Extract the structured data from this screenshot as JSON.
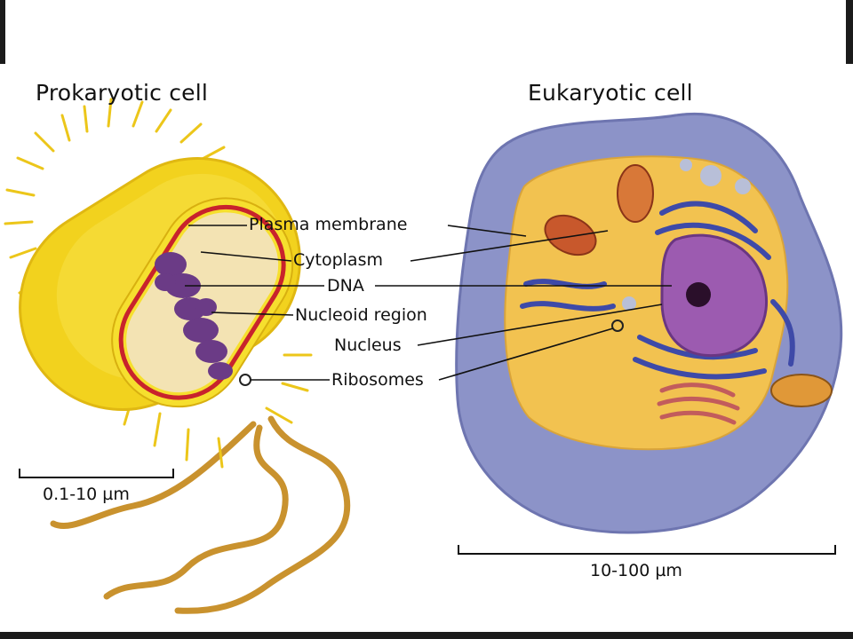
{
  "titles": {
    "prokaryote": "Prokaryotic cell",
    "eukaryote": "Eukaryotic cell"
  },
  "labels": {
    "plasma_membrane": "Plasma membrane",
    "cytoplasm": "Cytoplasm",
    "dna": "DNA",
    "nucleoid_region": "Nucleoid region",
    "nucleus": "Nucleus",
    "ribosomes": "Ribosomes"
  },
  "scales": {
    "prokaryote": "0.1-10 µm",
    "eukaryote": "10-100 µm"
  },
  "colors": {
    "capsule": "#f2d21e",
    "membrane": "#c8232c",
    "cytoplasm_pro": "#f3e3b3",
    "dna": "#6b3b86",
    "flagellum": "#c9922e",
    "euk_outer": "#8c93c8",
    "euk_cytoplasm": "#f2c250",
    "nucleus": "#9c5bb0",
    "er": "#3e4aa8"
  }
}
